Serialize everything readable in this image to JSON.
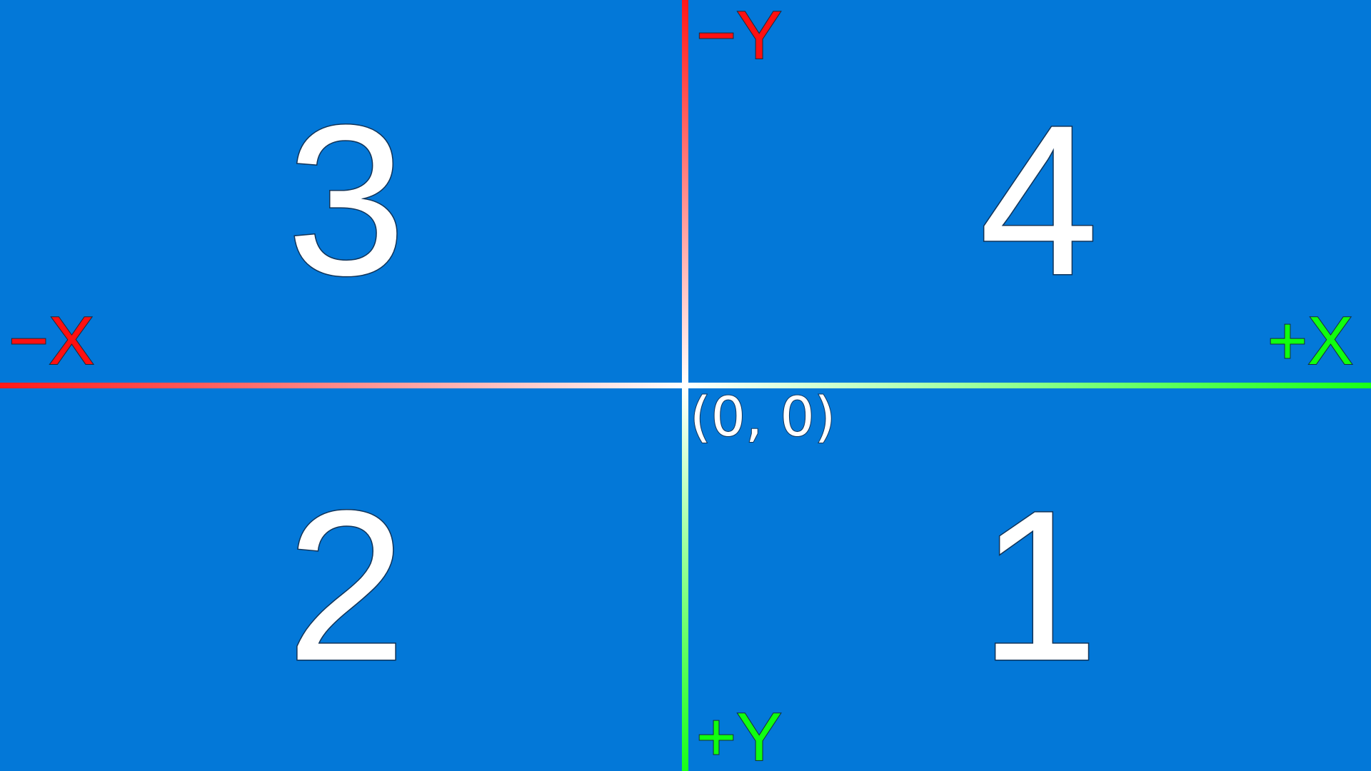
{
  "quadrants": {
    "q1": "1",
    "q2": "2",
    "q3": "3",
    "q4": "4"
  },
  "axes": {
    "neg_x": "−X",
    "pos_x": "+X",
    "neg_y": "−Y",
    "pos_y": "+Y",
    "neg_color": "#ff1010",
    "pos_color": "#10ff10"
  },
  "origin_label": "(0, 0)",
  "colors": {
    "background": "#0378d8",
    "number_fill": "#ffffff"
  }
}
